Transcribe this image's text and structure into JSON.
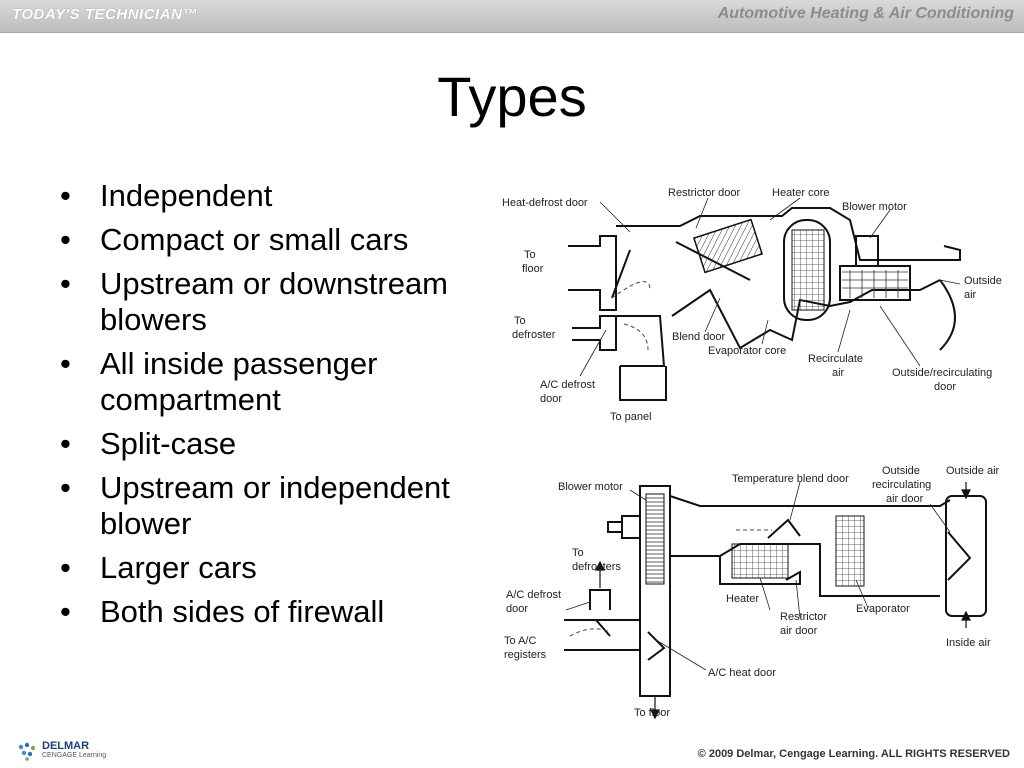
{
  "header": {
    "left_brand": "TODAY'S TECHNICIAN™",
    "right_brand": "Automotive Heating & Air Conditioning"
  },
  "slide": {
    "title": "Types",
    "bullets": [
      "Independent",
      "Compact or small cars",
      "Upstream or downstream blowers",
      "All inside passenger compartment",
      "Split-case",
      "Upstream or independent blower",
      "Larger cars",
      "Both sides of firewall"
    ]
  },
  "diagram_top": {
    "labels": {
      "heat_defrost_door": "Heat-defrost door",
      "restrictor_door": "Restrictor door",
      "heater_core": "Heater core",
      "blower_motor": "Blower motor",
      "to": "To",
      "floor": "floor",
      "outside": "Outside",
      "air": "air",
      "defroster": "defroster",
      "blend_door": "Blend door",
      "evaporator_core": "Evaporator core",
      "recirculate": "Recirculate",
      "outside_recirculating": "Outside/recirculating",
      "door": "door",
      "ac_defrost": "A/C defrost",
      "to_panel": "To panel"
    }
  },
  "diagram_bottom": {
    "labels": {
      "blower_motor": "Blower motor",
      "temperature_blend_door": "Temperature blend door",
      "outside": "Outside",
      "recirculating": "recirculating",
      "air_door": "air door",
      "outside_air": "Outside air",
      "to": "To",
      "defrosters": "defrosters",
      "ac_defrost": "A/C defrost",
      "door": "door",
      "heater": "Heater",
      "restrictor": "Restrictor",
      "evaporator": "Evaporator",
      "to_ac": "To A/C",
      "registers": "registers",
      "inside_air": "Inside air",
      "ac_heat_door": "A/C heat door",
      "to_floor": "To floor"
    }
  },
  "footer": {
    "logo_name": "DELMAR",
    "logo_sub": "CENGAGE Learning",
    "copyright": "© 2009 Delmar, Cengage Learning. ALL RIGHTS RESERVED"
  }
}
